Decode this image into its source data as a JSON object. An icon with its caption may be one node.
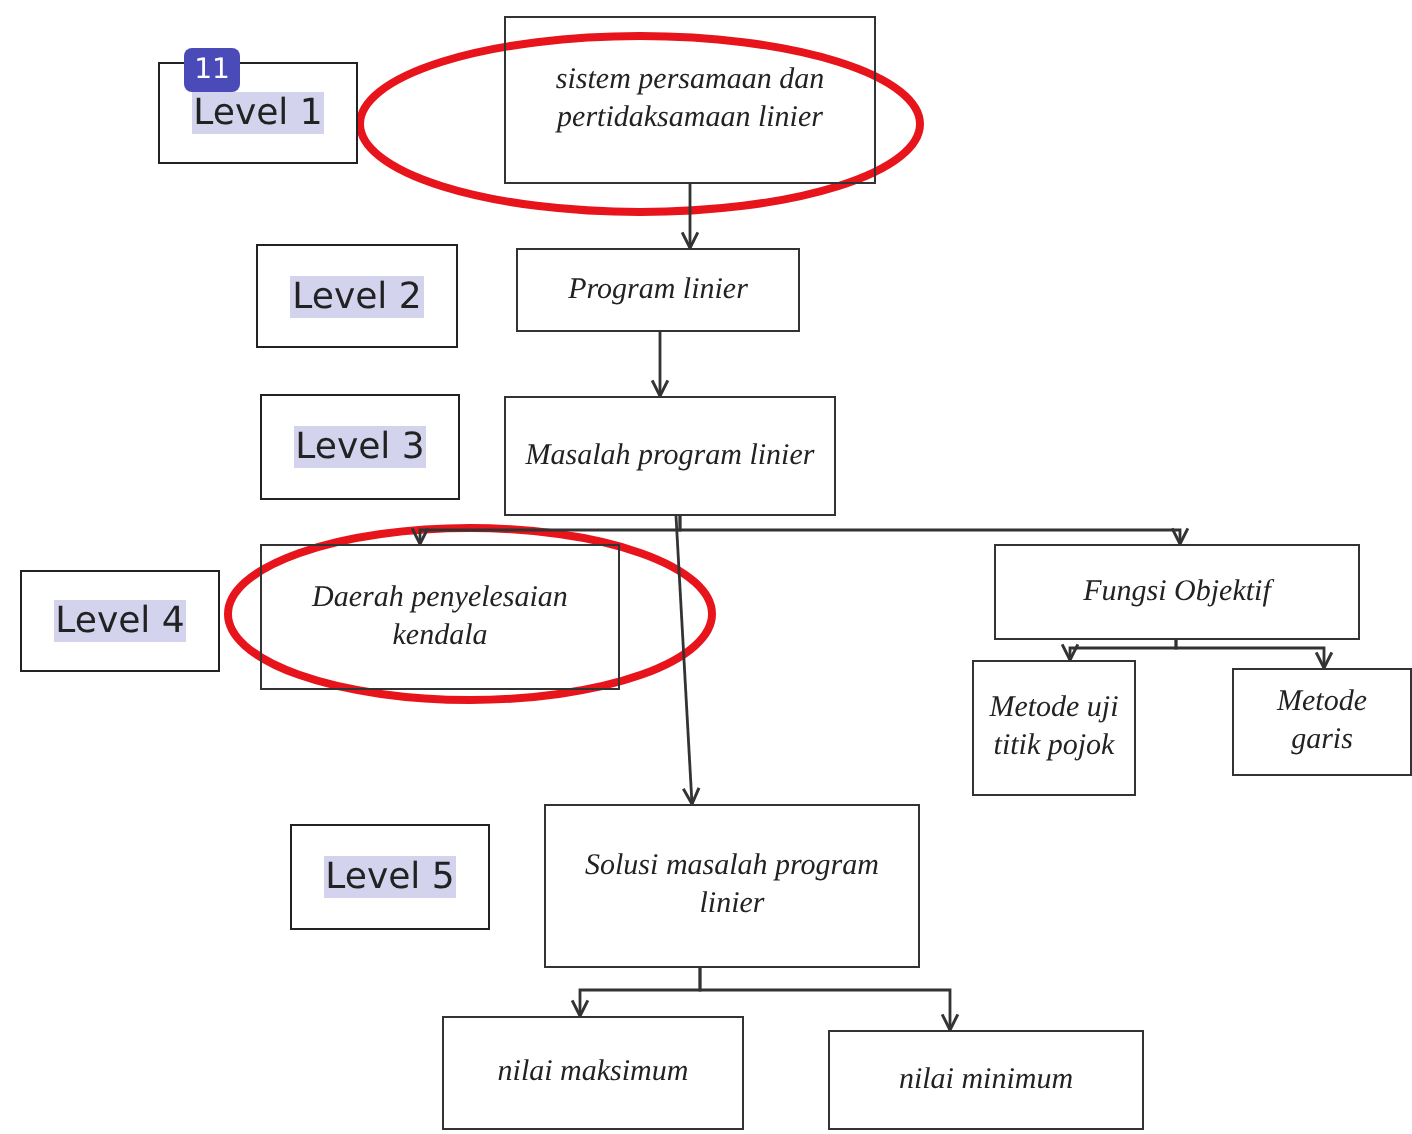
{
  "diagram": {
    "nodes": [
      {
        "text": [
          "Level 1"
        ]
      },
      {
        "text": [
          "sistem persamaan dan pertidaksamaan linier"
        ]
      },
      {
        "text": [
          "Level 2"
        ]
      },
      {
        "text": [
          "Program linier"
        ]
      },
      {
        "text": [
          "Level 3"
        ]
      },
      {
        "text": [
          "Masalah program linier"
        ]
      },
      {
        "text": [
          "Level 4"
        ]
      },
      {
        "text": [
          "Daerah penyelesaian kendala"
        ]
      },
      {
        "text": [
          "Fungsi Objektif"
        ]
      },
      {
        "text": [
          "Metode uji titik pojok"
        ]
      },
      {
        "text": [
          "Metode garis"
        ]
      },
      {
        "text": [
          "Level 5"
        ]
      },
      {
        "text": [
          "Solusi masalah program linier"
        ]
      },
      {
        "text": [
          "nilai maksimum"
        ]
      },
      {
        "text": [
          "nilai minimum"
        ]
      }
    ],
    "edges": [
      {
        "from": 1,
        "to": 3,
        "arrow": "to"
      },
      {
        "from": 3,
        "to": 5,
        "arrow": "to"
      },
      {
        "from": 5,
        "to": 7,
        "arrow": "to"
      },
      {
        "from": 5,
        "to": 8,
        "arrow": "to"
      },
      {
        "from": 5,
        "to": 12,
        "arrow": "to"
      },
      {
        "from": 8,
        "to": 9,
        "arrow": "to"
      },
      {
        "from": 8,
        "to": 10,
        "arrow": "to"
      },
      {
        "from": 12,
        "to": 13,
        "arrow": "to"
      },
      {
        "from": 12,
        "to": 14,
        "arrow": "to"
      }
    ],
    "labels": [
      "11"
    ]
  }
}
